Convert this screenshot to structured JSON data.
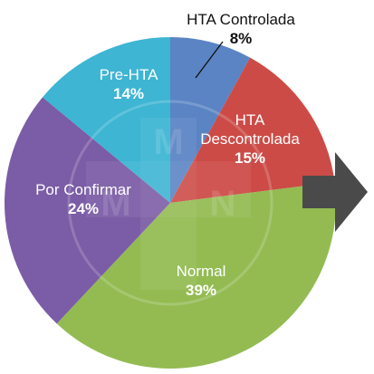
{
  "chart_data": {
    "type": "pie",
    "slices": [
      {
        "label": "HTA Controlada",
        "label_lines": [
          "HTA Controlada"
        ],
        "value": 8,
        "pct_label": "8%",
        "color": "#5b84c4",
        "text_color": "#111111"
      },
      {
        "label": "HTA Descontrolada",
        "label_lines": [
          "HTA",
          "Descontrolada"
        ],
        "value": 15,
        "pct_label": "15%",
        "color": "#cc4b47",
        "text_color": "#ffffff"
      },
      {
        "label": "Normal",
        "label_lines": [
          "Normal"
        ],
        "value": 39,
        "pct_label": "39%",
        "color": "#93bb52",
        "text_color": "#ffffff"
      },
      {
        "label": "Por Confirmar",
        "label_lines": [
          "Por Confirmar"
        ],
        "value": 24,
        "pct_label": "24%",
        "color": "#7b5ca6",
        "text_color": "#ffffff"
      },
      {
        "label": "Pre-HTA",
        "label_lines": [
          "Pre-HTA"
        ],
        "value": 14,
        "pct_label": "14%",
        "color": "#3db5d3",
        "text_color": "#ffffff"
      }
    ],
    "start_angle_deg": 0,
    "direction": "clockwise",
    "watermark_letters": [
      "M",
      "M",
      "N"
    ]
  },
  "decor": {
    "arrow_color": "#4a4a4a",
    "arrow_icon": "right-arrow-icon"
  }
}
